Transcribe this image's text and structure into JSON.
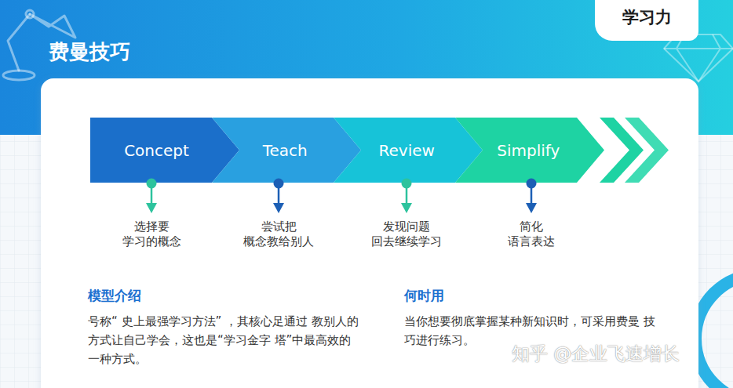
{
  "diagram": {
    "title": "费曼技巧",
    "nodes": [
      {
        "text": [
          "学习力"
        ]
      },
      {
        "text": [
          "Concept"
        ]
      },
      {
        "text": [
          "Teach"
        ]
      },
      {
        "text": [
          "Review"
        ]
      },
      {
        "text": [
          "Simplify"
        ]
      }
    ],
    "labels": [
      "选择要 学习的概念",
      "尝试把 概念教给别人",
      "发现问题 回去继续学习",
      "简化 语言表达",
      "模型介绍",
      "号称“ 史上最强学习方法” ，其核心足通过 教别人的方式让自己学会，这也是“学习金字 塔”中最高效的一种方式。",
      "何时用",
      "当你想要彻底掌握某种新知识时，可采用费曼 技巧进行练习。",
      "知乎 @企业飞速增长"
    ]
  }
}
